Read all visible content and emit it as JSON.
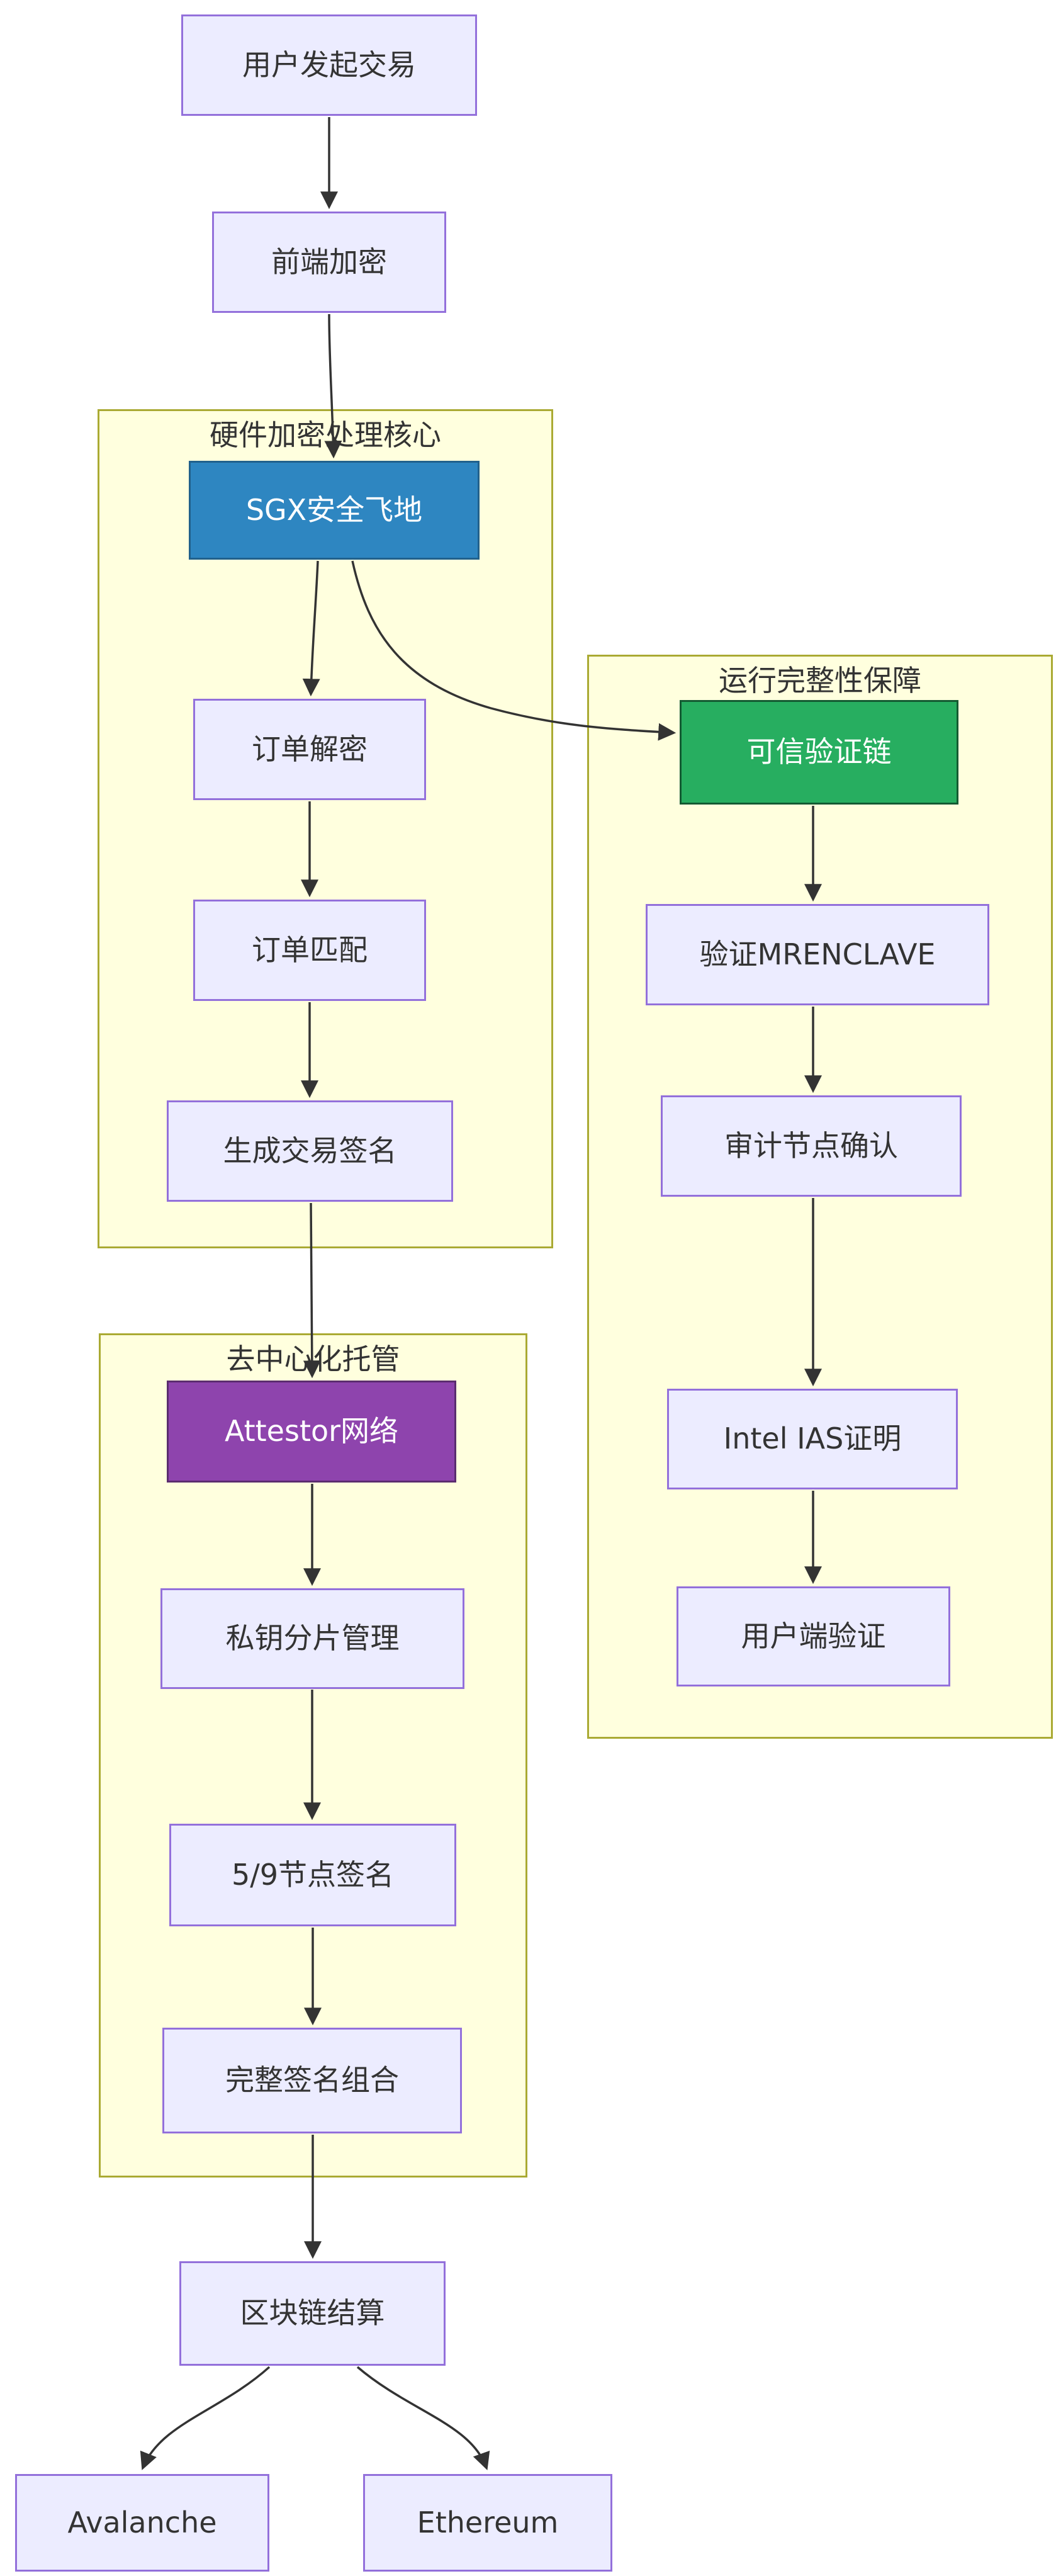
{
  "diagram": {
    "type": "flowchart",
    "direction": "top-down",
    "background": "#ffffff",
    "colors": {
      "node_fill": "#ECECFF",
      "node_border": "#9370DB",
      "node_text": "#333333",
      "subgraph_fill": "#FFFFDE",
      "subgraph_border": "#AAAA33",
      "edge": "#333333",
      "highlight_blue_fill": "#2E86C1",
      "highlight_blue_border": "#21618C",
      "highlight_green_fill": "#27AE60",
      "highlight_green_border": "#145A32",
      "highlight_purple_fill": "#8E44AD",
      "highlight_purple_border": "#5B2C6F",
      "highlight_text": "#ffffff"
    },
    "subgraphs": {
      "sg1": {
        "title": "硬件加密处理核心"
      },
      "sg2": {
        "title": "运行完整性保障"
      },
      "sg3": {
        "title": "去中心化托管"
      }
    },
    "nodes": {
      "user_tx": {
        "label": "用户发起交易",
        "kind": "default"
      },
      "frontend_encrypt": {
        "label": "前端加密",
        "kind": "default"
      },
      "sgx": {
        "label": "SGX安全飞地",
        "kind": "highlight-blue"
      },
      "order_decrypt": {
        "label": "订单解密",
        "kind": "default"
      },
      "order_match": {
        "label": "订单匹配",
        "kind": "default"
      },
      "gen_sig": {
        "label": "生成交易签名",
        "kind": "default"
      },
      "trust_chain": {
        "label": "可信验证链",
        "kind": "highlight-green"
      },
      "verify_mrenclave": {
        "label": "验证MRENCLAVE",
        "kind": "default"
      },
      "audit_confirm": {
        "label": "审计节点确认",
        "kind": "default"
      },
      "intel_ias": {
        "label": "Intel IAS证明",
        "kind": "default"
      },
      "client_verify": {
        "label": "用户端验证",
        "kind": "default"
      },
      "attestor": {
        "label": "Attestor网络",
        "kind": "highlight-purple"
      },
      "key_shard": {
        "label": "私钥分片管理",
        "kind": "default"
      },
      "node_sign": {
        "label": "5/9节点签名",
        "kind": "default"
      },
      "full_sig": {
        "label": "完整签名组合",
        "kind": "default"
      },
      "settle": {
        "label": "区块链结算",
        "kind": "default"
      },
      "avalanche": {
        "label": "Avalanche",
        "kind": "default"
      },
      "ethereum": {
        "label": "Ethereum",
        "kind": "default"
      }
    },
    "edges": [
      {
        "from": "user_tx",
        "to": "frontend_encrypt"
      },
      {
        "from": "frontend_encrypt",
        "to": "sgx"
      },
      {
        "from": "sgx",
        "to": "order_decrypt"
      },
      {
        "from": "sgx",
        "to": "trust_chain"
      },
      {
        "from": "order_decrypt",
        "to": "order_match"
      },
      {
        "from": "order_match",
        "to": "gen_sig"
      },
      {
        "from": "gen_sig",
        "to": "attestor"
      },
      {
        "from": "attestor",
        "to": "key_shard"
      },
      {
        "from": "key_shard",
        "to": "node_sign"
      },
      {
        "from": "node_sign",
        "to": "full_sig"
      },
      {
        "from": "full_sig",
        "to": "settle"
      },
      {
        "from": "settle",
        "to": "avalanche"
      },
      {
        "from": "settle",
        "to": "ethereum"
      },
      {
        "from": "trust_chain",
        "to": "verify_mrenclave"
      },
      {
        "from": "verify_mrenclave",
        "to": "audit_confirm"
      },
      {
        "from": "audit_confirm",
        "to": "intel_ias"
      },
      {
        "from": "intel_ias",
        "to": "client_verify"
      }
    ]
  }
}
